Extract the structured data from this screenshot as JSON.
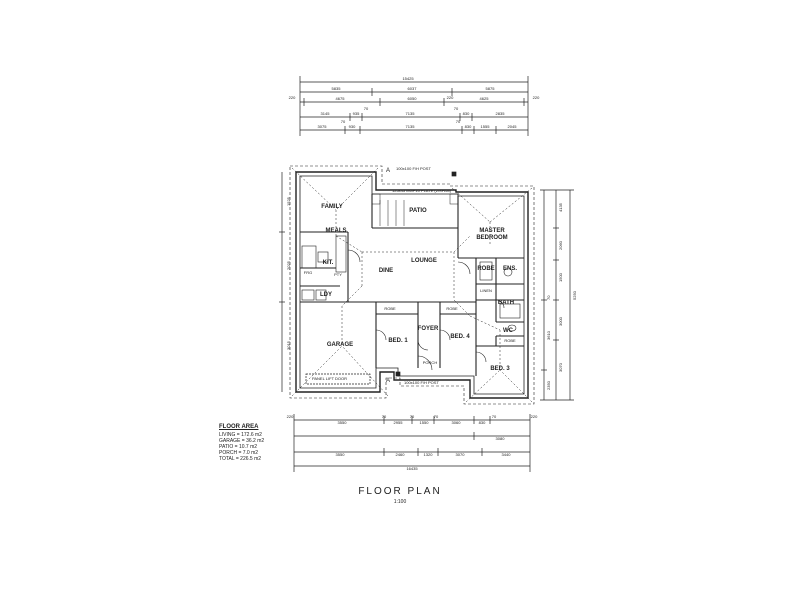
{
  "drawing": {
    "title": "FLOOR PLAN",
    "scale": "1:100"
  },
  "rooms": {
    "family": "FAMILY",
    "patio": "PATIO",
    "master_line1": "MASTER",
    "master_line2": "BEDROOM",
    "meals": "MEALS",
    "kit": "KIT.",
    "dine": "DINE",
    "lounge": "LOUNGE",
    "robe_top": "ROBE",
    "ens": "ENS.",
    "linen": "LINEN",
    "bath": "BATH",
    "wc": "WC",
    "ldy": "LDY",
    "garage": "GARAGE",
    "robe_1": "ROBE",
    "bed1": "BED. 1",
    "robe_4": "ROBE",
    "foyer": "FOYER",
    "bed4": "BED. 4",
    "robe_3": "ROBE",
    "bed3": "BED. 3",
    "porch": "PORCH",
    "pantry": "PTY",
    "fridge": "FRG"
  },
  "notes": {
    "top_post": "100x100 F/H POST",
    "bottom_post": "100x100 F/H POST",
    "beam": "125x45 MGP10 PLATE (2/SPAN)",
    "garage_door": "PANEL LIFT DOOR",
    "section_mark": "A"
  },
  "dims_top": {
    "row0": [
      "15425"
    ],
    "row1": [
      "5835",
      "6037",
      "5875"
    ],
    "row2": [
      "220",
      "4675",
      "6050",
      "220",
      "4625",
      "220"
    ],
    "row3": [
      "3145",
      "935",
      "70",
      "7135",
      "70",
      "830",
      "2835"
    ],
    "row4": [
      "3075",
      "70",
      "930",
      "7135",
      "70",
      "830",
      "1555",
      "2045"
    ]
  },
  "dims_bottom": {
    "row1": [
      "220",
      "3550",
      "70",
      "2955",
      "70",
      "1550",
      "70",
      "3060",
      "830",
      "70",
      "220"
    ],
    "row2": [
      "3080"
    ],
    "row3": [
      "3550",
      "2460",
      "1320",
      "3070",
      "3440"
    ],
    "row4": [
      "16435"
    ]
  },
  "dims_right": [
    "4135",
    "2060",
    "1500",
    "3000",
    "3070",
    "3610",
    "70",
    "5250",
    "2350"
  ],
  "dims_left": [
    "1525",
    "2025",
    "3015"
  ],
  "floor_area": {
    "heading": "FLOOR AREA",
    "rows": [
      {
        "label": "LIVING",
        "value": "= 172.6 m2"
      },
      {
        "label": "GARAGE",
        "value": "= 36.2 m2"
      },
      {
        "label": "PATIO",
        "value": "= 10.7 m2"
      },
      {
        "label": "PORCH",
        "value": "= 7.0 m2"
      },
      {
        "label": "TOTAL",
        "value": "= 226.5 m2"
      }
    ]
  },
  "colors": {
    "line": "#222222",
    "paper": "#ffffff"
  }
}
